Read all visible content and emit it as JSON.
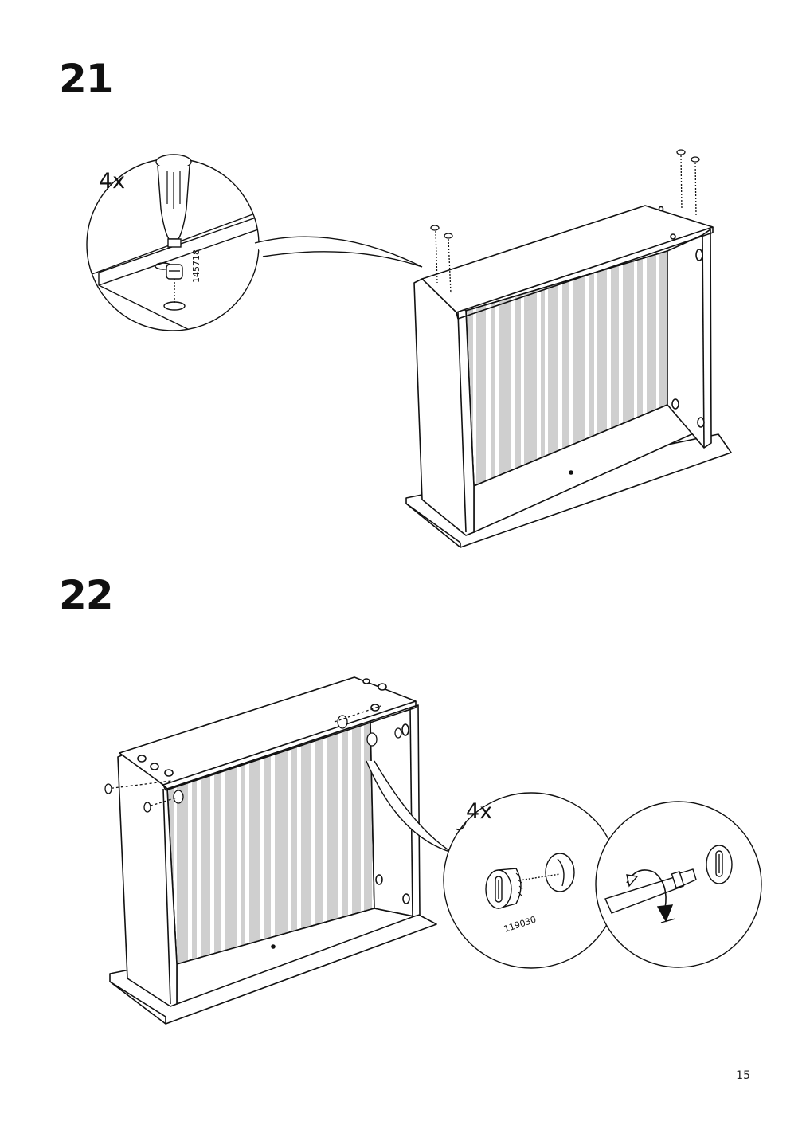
{
  "steps": [
    {
      "number": "21",
      "quantity": "4x",
      "part_number": "145718",
      "part_icon": "dowel-peg-icon"
    },
    {
      "number": "22",
      "quantity": "4x",
      "part_number": "119030",
      "part_icon": "cam-lock-icon"
    }
  ],
  "page_number": "15"
}
